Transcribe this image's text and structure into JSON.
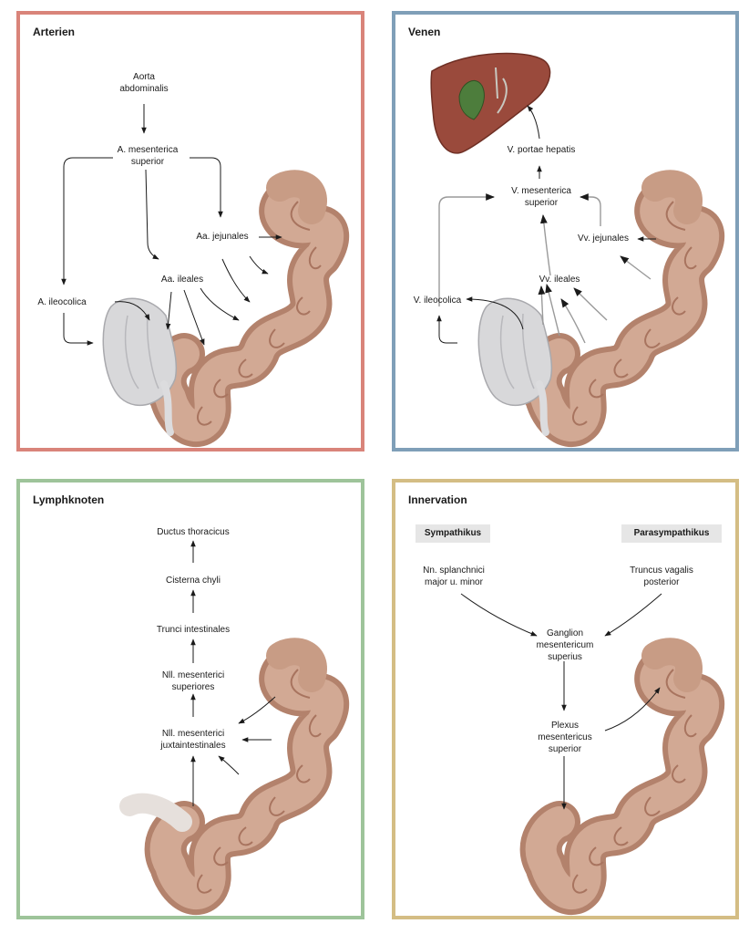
{
  "panels": {
    "arterien": {
      "title": "Arterien",
      "aorta": "Aorta\nabdominalis",
      "sma": "A. mesenterica\nsuperior",
      "jejunales": "Aa. jejunales",
      "ileales": "Aa. ileales",
      "ileocolica": "A. ileocolica"
    },
    "venen": {
      "title": "Venen",
      "portae": "V. portae hepatis",
      "smv": "V. mesenterica\nsuperior",
      "jejunales": "Vv. jejunales",
      "ileales": "Vv. ileales",
      "ileocolica": "V. ileocolica"
    },
    "lymph": {
      "title": "Lymphknoten",
      "ductus": "Ductus thoracicus",
      "cisterna": "Cisterna chyli",
      "trunci": "Trunci intestinales",
      "superiores": "Nll. mesenterici\nsuperiores",
      "juxta": "Nll. mesenterici\njuxtaintestinales"
    },
    "innervation": {
      "title": "Innervation",
      "sympathikus": "Sympathikus",
      "parasympathikus": "Parasympathikus",
      "splanchnici": "Nn. splanchnici\nmajor u. minor",
      "vagalis": "Truncus vagalis\nposterior",
      "ganglion": "Ganglion\nmesentericum\nsuperius",
      "plexus": "Plexus\nmesentericus\nsuperior"
    }
  },
  "colors": {
    "arterien_border": "#d9847a",
    "venen_border": "#7f9fb8",
    "lymph_border": "#9ec49a",
    "innervation_border": "#d4bd84",
    "intestine": "#c79a82",
    "colon": "#d6d6d8",
    "liver": "#9a4a3c",
    "gallbladder": "#4d7d3c"
  },
  "icons": [
    "small-intestine-illustration",
    "cecum-illustration",
    "liver-illustration",
    "arrow-icon"
  ]
}
